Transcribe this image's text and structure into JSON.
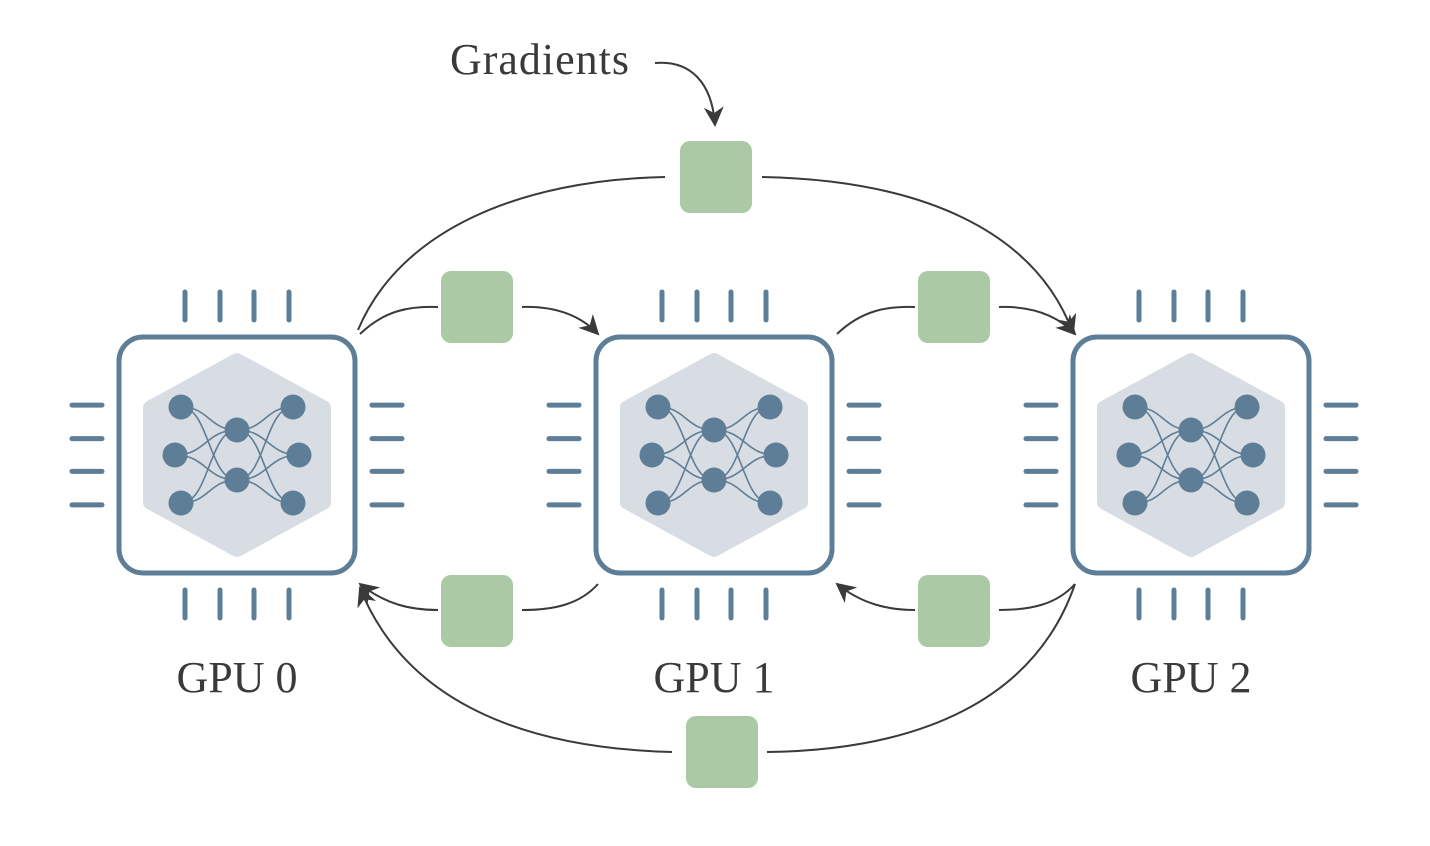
{
  "labels": {
    "gradients": "Gradients",
    "gpus": [
      "GPU 0",
      "GPU 1",
      "GPU 2"
    ]
  },
  "colors": {
    "chip_outline": "#5e7d96",
    "network_node": "#5e7d96",
    "network_background": "#d8dde3",
    "gradient_packet": "#abc9a5",
    "arrow": "#3a3a3a",
    "text": "#3a3a3a"
  }
}
